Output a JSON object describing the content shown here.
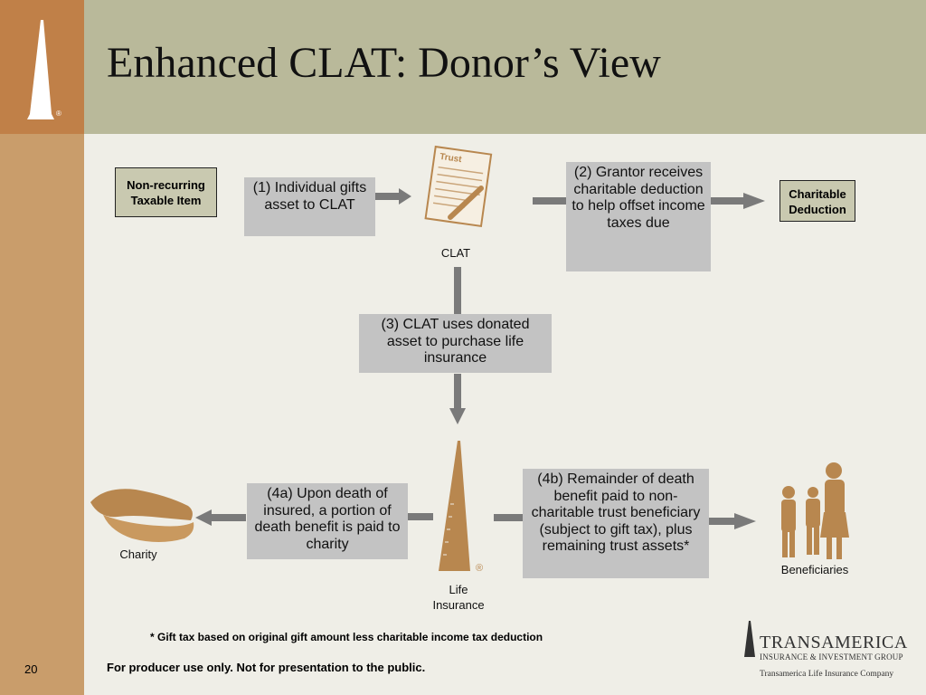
{
  "title": "Enhanced CLAT: Donor’s View",
  "boxes": {
    "nonrecurring": "Non-recurring Taxable Item",
    "step1": "(1)  Individual gifts asset to CLAT",
    "step2": "(2) Grantor receives charitable deduction to help offset income taxes due",
    "charitable_deduction": "Charitable Deduction",
    "step3": "(3)  CLAT uses donated asset to purchase life insurance",
    "step4a": "(4a) Upon death of insured, a portion of death benefit is paid to charity",
    "step4b": "(4b) Remainder of death benefit paid to non-charitable trust beneficiary (subject to gift tax), plus remaining trust assets*"
  },
  "labels": {
    "trust_doc": "Trust",
    "clat": "CLAT",
    "charity": "Charity",
    "life_insurance": "Life Insurance",
    "beneficiaries": "Beneficiaries"
  },
  "footnote": "* Gift tax based on original gift amount less charitable income tax deduction",
  "footer": "For producer use only. Not for presentation to the public.",
  "page_number": "20",
  "brand": {
    "name": "TRANSAMERICA",
    "sub": "INSURANCE & INVESTMENT GROUP",
    "company": "Transamerica Life Insurance Company"
  },
  "colors": {
    "accent_brown": "#c08048",
    "header_olive": "#b9b99a",
    "arrow_gray": "#7a7a7a",
    "icon_tan": "#b8874f"
  },
  "icons": [
    "transamerica-pyramid-logo",
    "trust-document-icon",
    "hands-icon",
    "family-icon"
  ]
}
